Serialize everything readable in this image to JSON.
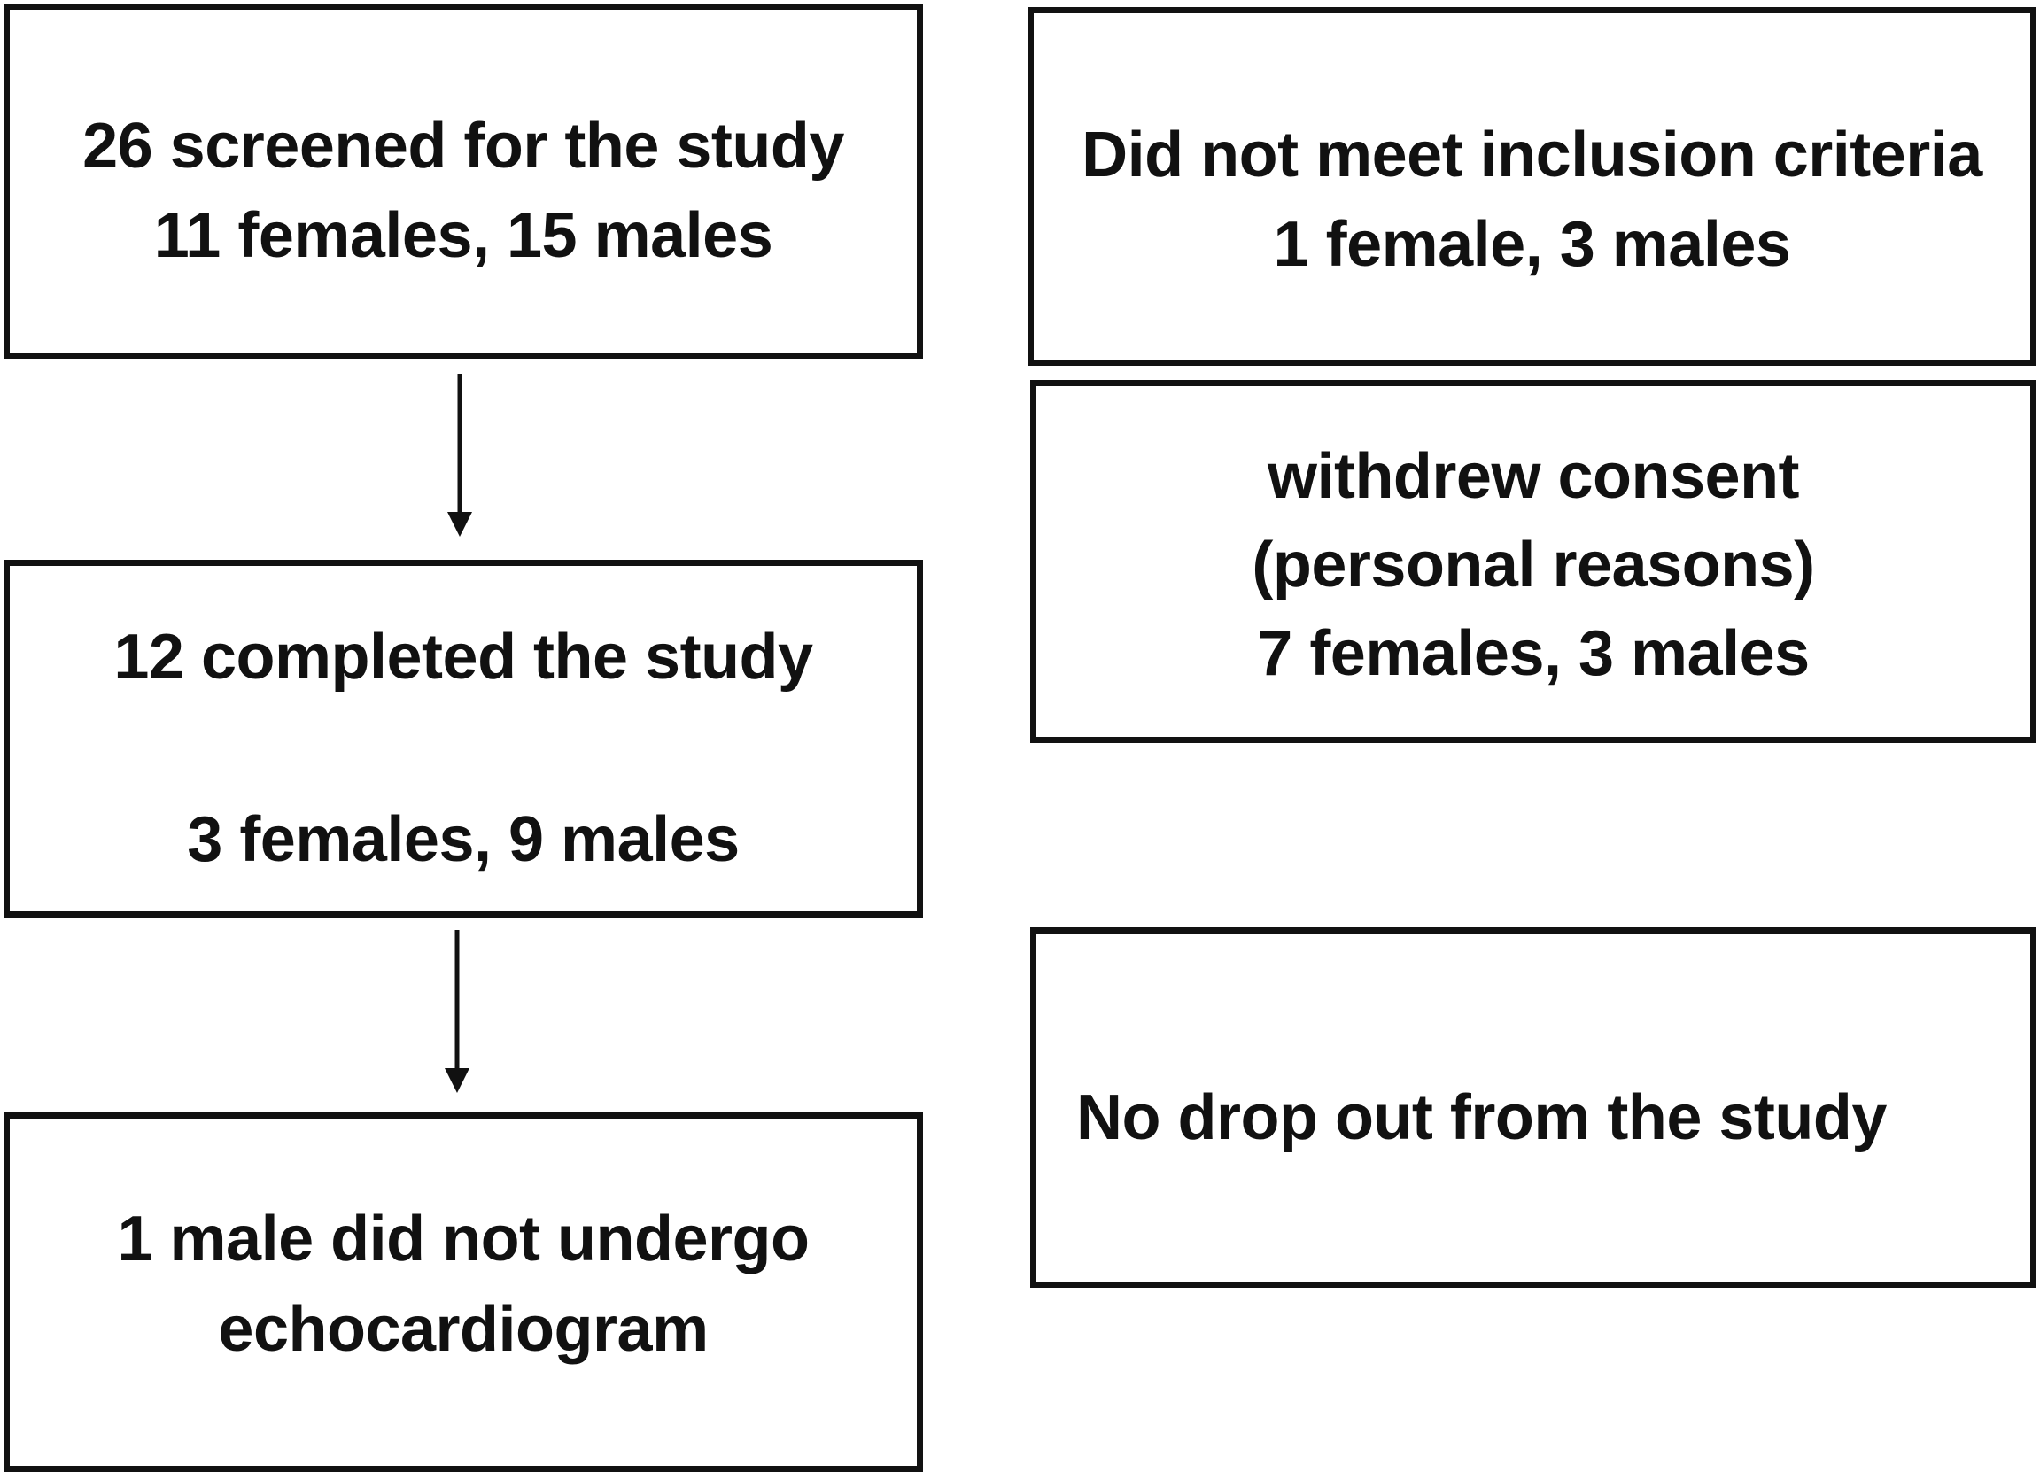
{
  "flowchart": {
    "screened": {
      "line1": "26 screened for the study",
      "line2": "11 females, 15 males"
    },
    "excluded_criteria": {
      "line1": "Did not meet inclusion criteria",
      "line2": "1 female, 3 males"
    },
    "withdrew": {
      "line1": "withdrew consent",
      "line2": "(personal reasons)",
      "line3": "7 females, 3 males"
    },
    "completed": {
      "line1": "12 completed the study",
      "line2": "3 females, 9 males"
    },
    "no_echo": {
      "line1": "1 male did not undergo",
      "line2": "echocardiogram"
    },
    "no_dropout": {
      "line1": "No drop out from the study"
    }
  },
  "colors": {
    "stroke": "#111111",
    "background": "#ffffff"
  }
}
